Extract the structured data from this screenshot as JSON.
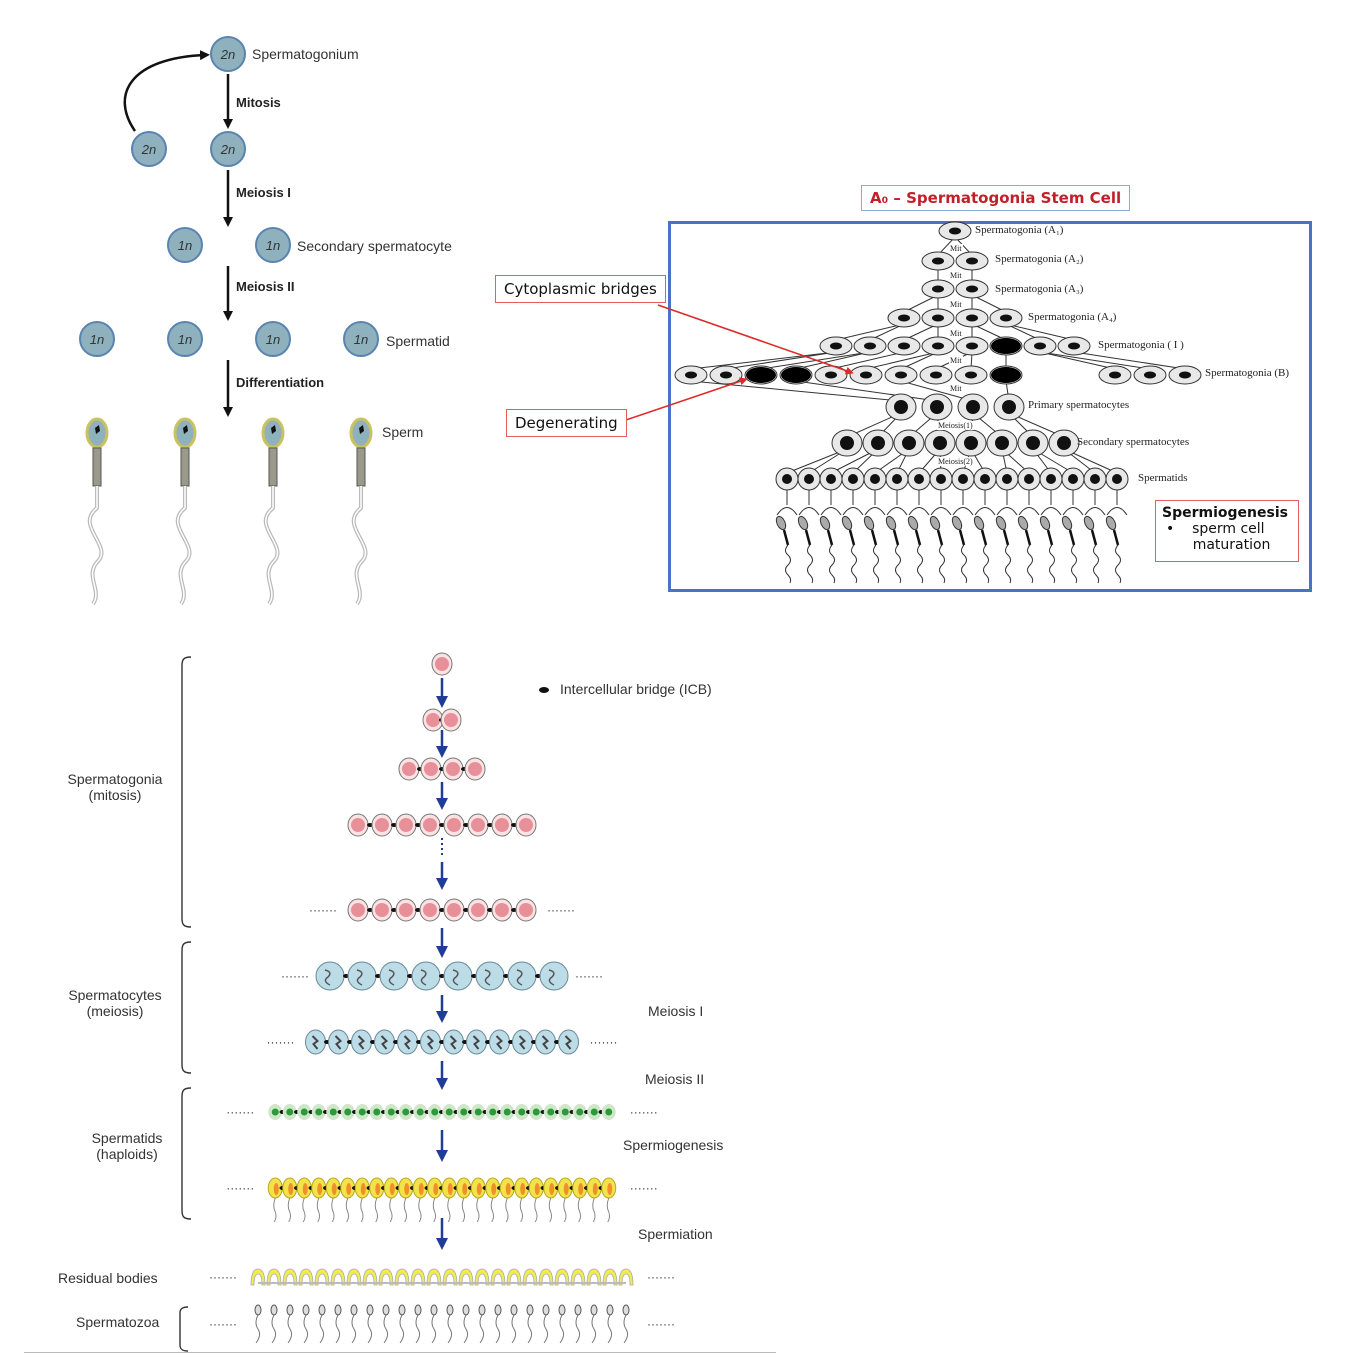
{
  "panel_left": {
    "stages": [
      {
        "id": "spermatogonium",
        "label": "Spermatogonium",
        "ploidy": "2n"
      },
      {
        "id": "after-mitosis",
        "label": "",
        "ploidy": "2n",
        "cells": 2
      },
      {
        "id": "secondary-spermatocyte",
        "label": "Secondary spermatocyte",
        "ploidy": "1n",
        "cells": 2
      },
      {
        "id": "spermatid",
        "label": "Spermatid",
        "ploidy": "1n",
        "cells": 4
      },
      {
        "id": "sperm",
        "label": "Sperm",
        "cells": 4
      }
    ],
    "arrows": [
      "Mitosis",
      "Meiosis I",
      "Meiosis II",
      "Differentiation"
    ],
    "ploidy_2n": "2n",
    "ploidy_1n": "1n",
    "colors": {
      "cell_fill": "#8fb0bd",
      "cell_stroke": "#5a84b0",
      "sperm_rim": "#c9c262"
    }
  },
  "panel_right": {
    "title": "A₀ – Spermatogonia Stem Cell",
    "callouts": {
      "bridges": "Cytoplasmic bridges",
      "degenerating": "Degenerating"
    },
    "rows": [
      {
        "label": "Spermatogonia (A₁)",
        "cells": 1
      },
      {
        "label": "Spermatogonia (A₂)",
        "cells": 2
      },
      {
        "label": "Spermatogonia (A₃)",
        "cells": 2
      },
      {
        "label": "Spermatogonia (A₄)",
        "cells": 4
      },
      {
        "label": "Spermatogonia ( I )",
        "cells": 8
      },
      {
        "label": "Spermatogonia (B)",
        "cells": 16
      },
      {
        "label": "Primary spermatocytes",
        "cells": 4
      },
      {
        "label": "Secondary spermatocytes",
        "cells": 8
      },
      {
        "label": "Spermatids",
        "cells": 16
      }
    ],
    "division_labels": {
      "mit": "Mit",
      "meiosis1": "Meiosis(1)",
      "meiosis2": "Meiosis(2)"
    },
    "spermiogenesis": {
      "heading": "Spermiogenesis",
      "bullet": "•",
      "text_line1": "sperm cell",
      "text_line2": "maturation"
    },
    "colors": {
      "frame": "#4a72c6",
      "title": "#c0202a",
      "callout_border": "#e06060",
      "arrow": "#dd2b2b"
    }
  },
  "panel_bottom": {
    "legend": "Intercellular bridge (ICB)",
    "groups": [
      {
        "label_line1": "Spermatogonia",
        "label_line2": "(mitosis)"
      },
      {
        "label_line1": "Spermatocytes",
        "label_line2": "(meiosis)"
      },
      {
        "label_line1": "Spermatids",
        "label_line2": "(haploids)"
      }
    ],
    "row_labels": {
      "residual": "Residual bodies",
      "spermatozoa": "Spermatozoa"
    },
    "process_labels": {
      "meiosis1": "Meiosis I",
      "meiosis2": "Meiosis II",
      "spermiogenesis": "Spermiogenesis",
      "spermiation": "Spermiation"
    },
    "ellipsis": "·······",
    "rows": [
      {
        "type": "spermatogonia",
        "cells": 1
      },
      {
        "type": "spermatogonia",
        "cells": 2
      },
      {
        "type": "spermatogonia",
        "cells": 4
      },
      {
        "type": "spermatogonia",
        "cells": 8
      },
      {
        "type": "spermatogonia",
        "cells": 8,
        "continued": true
      },
      {
        "type": "spermatocyte",
        "cells": 8,
        "continued": true
      },
      {
        "type": "spermatocyte-small",
        "cells": 12,
        "continued": true
      },
      {
        "type": "round-spermatid",
        "cells": 24,
        "continued": true
      },
      {
        "type": "elongated-spermatid",
        "cells": 24,
        "continued": true
      },
      {
        "type": "residual-body",
        "cells": 24,
        "continued": true
      },
      {
        "type": "spermatozoon",
        "cells": 24,
        "continued": true
      }
    ],
    "colors": {
      "arrow": "#1f3c96",
      "spermatogonia": "#e8909a",
      "spermatocyte": "#bcdce8",
      "spermatid": "#2a9a3a",
      "spermatid_halo": "#cfe6c8",
      "elongated": "#f2e34a",
      "residual": "#f0ea5a"
    }
  }
}
